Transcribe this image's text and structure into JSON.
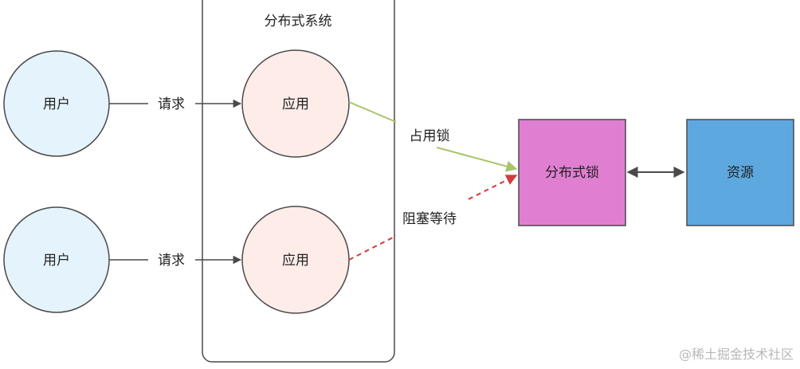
{
  "diagram": {
    "system_title": "分布式系统",
    "users": [
      {
        "label": "用户"
      },
      {
        "label": "用户"
      }
    ],
    "apps": [
      {
        "label": "应用"
      },
      {
        "label": "应用"
      }
    ],
    "request_label_1": "请求",
    "request_label_2": "请求",
    "acquire_label": "占用锁",
    "blocked_label": "阻塞等待",
    "lock_label": "分布式锁",
    "resource_label": "资源",
    "colors": {
      "user_fill": "#e5f3fc",
      "user_stroke": "#4a4a4a",
      "app_fill": "#fdece8",
      "app_stroke": "#4a4a4a",
      "lock_fill": "#e07fd2",
      "lock_stroke": "#4a4a4a",
      "resource_fill": "#5ea8e0",
      "resource_stroke": "#4a4a4a",
      "system_stroke": "#4a4a4a",
      "request_arrow": "#4a4a4a",
      "acquire_arrow": "#a7c46a",
      "blocked_arrow": "#d23b3b",
      "bidirectional_arrow": "#4a4a4a"
    }
  },
  "watermark": "@稀土掘金技术社区"
}
